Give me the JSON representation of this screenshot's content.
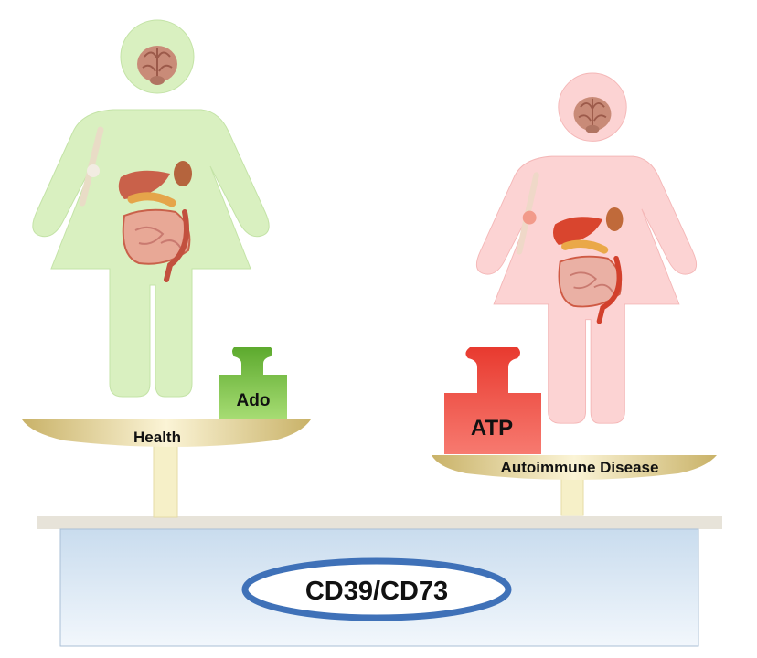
{
  "left_panel": {
    "state_label": "Health",
    "weight_label": "Ado",
    "body_color": "#d9f0c0",
    "weight_color": "#7dc84a"
  },
  "right_panel": {
    "state_label": "Autoimmune Disease",
    "weight_label": "ATP",
    "body_color": "#fcd3d3",
    "weight_color": "#f4433e"
  },
  "base": {
    "label": "CD39/CD73",
    "box_color": "#dde9f4",
    "ellipse_color": "#3f71b8"
  },
  "scale_pan_color": "#e8d9a0",
  "post_color": "#f6f0c8",
  "table_color": "#e7e3d9"
}
